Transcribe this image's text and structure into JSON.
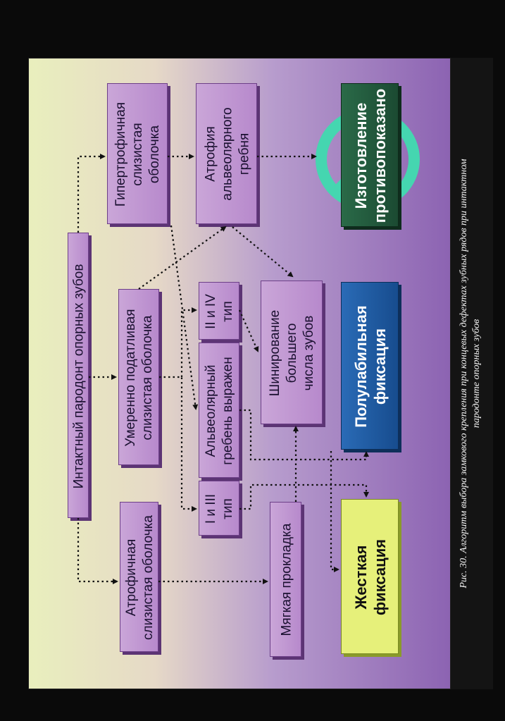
{
  "diagram": {
    "boxes": {
      "intact": "Интактный пародонт опорных зубов",
      "atrophic": "Атрофичная\nслизистая оболочка",
      "moderate": "Умеренно податливая\nслизистая оболочка",
      "hypertrophic": "Гипертрофичная\nслизистая\nоболочка",
      "soft_pad": "Мягкая прокладка",
      "type_1_3": "I и III\nтип",
      "alveolar_expressed": "Альвеолярный\nгребень выражен",
      "type_2_4": "II и IV\nтип",
      "alveolar_atrophy": "Атрофия\nальвеолярного\nгребня",
      "splinting": "Шинирование\nбольшего\nчисла зубов",
      "rigid": "Жесткая\nфиксация",
      "semilabile": "Полулабильная\nфиксация",
      "contraindicated": "Изготовление\nпротивопоказано"
    },
    "colors": {
      "lilac": "#c49bd6",
      "rigid": "#e6f07a",
      "semilabile": "#1f5fa8",
      "contraindicated": "#1f5a3c",
      "forbidden_sign": "#45d6b0"
    }
  },
  "caption": "Рис. 30. Алгоритм выбора замкового крепления при концевых дефектах зубных рядов при интактном\nпародонте опорных зубов"
}
